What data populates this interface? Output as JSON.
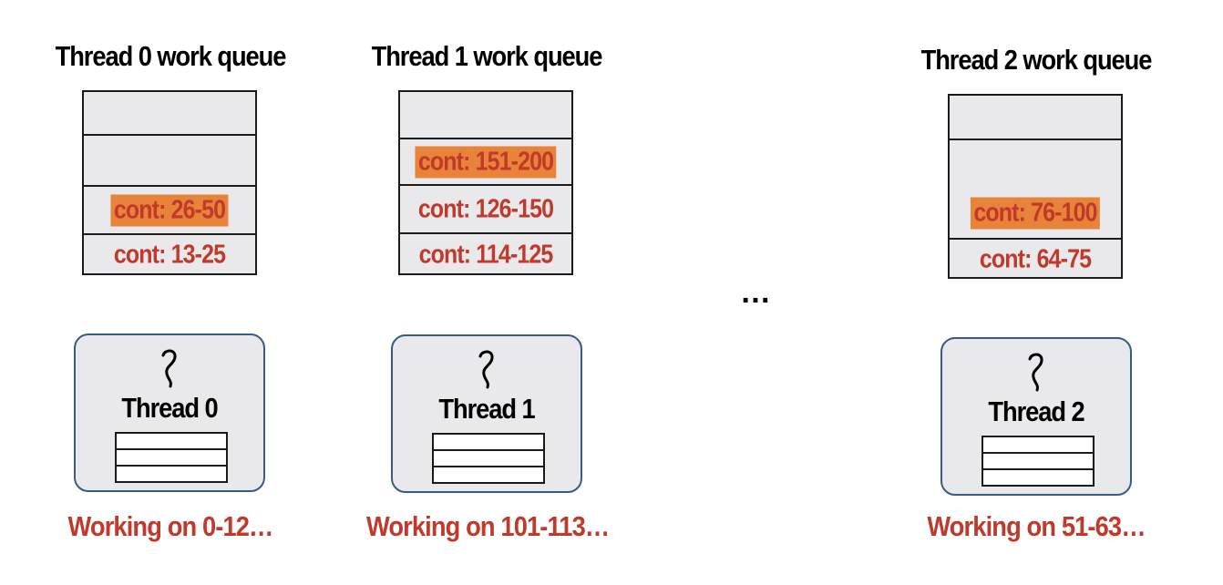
{
  "threads": [
    {
      "queue_title": "Thread 0 work queue",
      "slots": [
        "",
        "",
        "cont: 26-50",
        "cont: 13-25"
      ],
      "highlight_index": 2,
      "thread_label": "Thread 0",
      "working": "Working on 0-12…"
    },
    {
      "queue_title": "Thread 1 work queue",
      "slots": [
        "",
        "cont: 151-200",
        "cont: 126-150",
        "cont: 114-125"
      ],
      "highlight_index": 1,
      "thread_label": "Thread 1",
      "working": "Working on 101-113…"
    },
    {
      "queue_title": "Thread 2 work queue",
      "slots": [
        "",
        "",
        "cont: 76-100",
        "cont: 64-75"
      ],
      "highlight_index": 2,
      "thread_label": "Thread 2",
      "working": "Working on 51-63…"
    }
  ],
  "ellipsis": "…",
  "colors": {
    "task_text": "#c0392b",
    "highlight": "#e8843a",
    "thread_border": "#3a5a86",
    "box_fill": "#e9e9eb"
  }
}
